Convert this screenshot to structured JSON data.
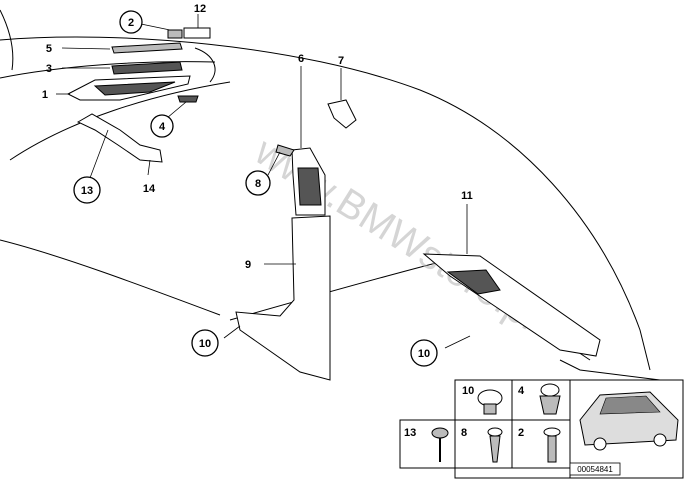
{
  "diagram": {
    "watermark": "www.BMWstore.pl",
    "reference_id": "00054841",
    "callouts": [
      {
        "id": "c2",
        "label": "2",
        "circled": true
      },
      {
        "id": "c12",
        "label": "12",
        "circled": false
      },
      {
        "id": "c5",
        "label": "5",
        "circled": false
      },
      {
        "id": "c3",
        "label": "3",
        "circled": false
      },
      {
        "id": "c1",
        "label": "1",
        "circled": false
      },
      {
        "id": "c4",
        "label": "4",
        "circled": true
      },
      {
        "id": "c13",
        "label": "13",
        "circled": true
      },
      {
        "id": "c14",
        "label": "14",
        "circled": false
      },
      {
        "id": "c6",
        "label": "6",
        "circled": false
      },
      {
        "id": "c7",
        "label": "7",
        "circled": false
      },
      {
        "id": "c8",
        "label": "8",
        "circled": true
      },
      {
        "id": "c9",
        "label": "9",
        "circled": false
      },
      {
        "id": "c10a",
        "label": "10",
        "circled": true
      },
      {
        "id": "c11",
        "label": "11",
        "circled": false
      },
      {
        "id": "c10b",
        "label": "10",
        "circled": true
      }
    ],
    "legend": [
      {
        "label": "10",
        "circled": true,
        "icon": "push-rivet-icon"
      },
      {
        "label": "4",
        "circled": true,
        "icon": "expanding-clip-icon"
      },
      {
        "label": "13",
        "circled": true,
        "icon": "screw-washer-icon"
      },
      {
        "label": "8",
        "circled": true,
        "icon": "pin-clip-icon"
      },
      {
        "label": "2",
        "circled": true,
        "icon": "rivet-icon"
      }
    ],
    "thumbnail_icon": "car-thumbnail-icon"
  }
}
